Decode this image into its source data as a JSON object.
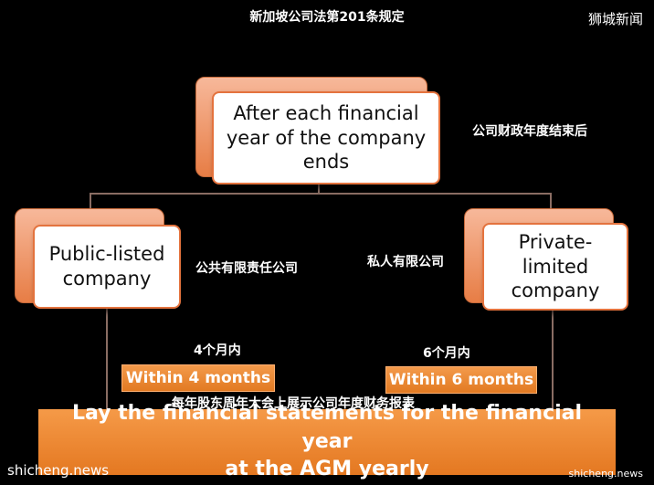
{
  "title": "新加坡公司法第201条规定",
  "brand_top": "狮城新闻",
  "top_box": {
    "text": "After each financial\nyear of the company\nends",
    "cn_label": "公司财政年度结束后"
  },
  "left_box": {
    "text": "Public-listed\ncompany",
    "cn_label": "公共有限责任公司",
    "cn_duration": "4个月内",
    "duration": "Within 4 months"
  },
  "right_box": {
    "text": "Private-\nlimited\ncompany",
    "cn_label": "私人有限公司",
    "cn_duration": "6个月内",
    "duration": "Within 6 months"
  },
  "bottom_cn": "每年股东周年大会上展示公司年度财务报表",
  "bottom_box": {
    "text": "Lay the financial statements for the financial year\nat the AGM yearly"
  },
  "watermark_left": "shicheng.news",
  "watermark_right": "shicheng.news",
  "colors": {
    "accent": "#e77d45",
    "connector": "#8a6d63",
    "background": "#000000"
  }
}
